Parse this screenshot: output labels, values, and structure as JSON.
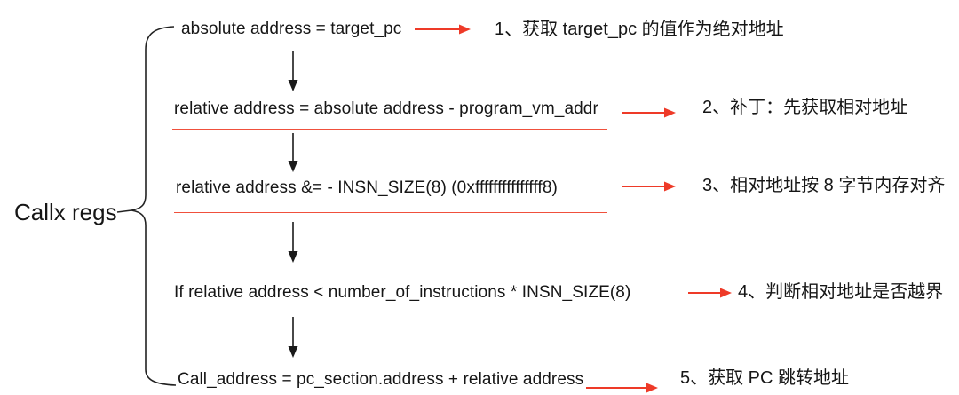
{
  "diagram": {
    "root_label": "Callx regs",
    "steps": [
      {
        "code": "absolute address = target_pc",
        "note": "1、获取 target_pc 的值作为绝对地址",
        "underlined": false
      },
      {
        "code": "relative address = absolute address - program_vm_addr",
        "note": "2、补丁：先获取相对地址",
        "underlined": true
      },
      {
        "code": "relative address &= - INSN_SIZE(8) (0xfffffffffffffff8)",
        "note": "3、相对地址按 8 字节内存对齐",
        "underlined": true
      },
      {
        "code": "If relative address < number_of_instructions * INSN_SIZE(8)",
        "note": "4、判断相对地址是否越界",
        "underlined": false
      },
      {
        "code": "Call_address = pc_section.address + relative address",
        "note": "5、获取 PC 跳转地址",
        "underlined": false
      }
    ],
    "colors": {
      "arrow_red": "#ee3a28",
      "underline_red": "#f0503c",
      "text_black": "#161616"
    }
  }
}
